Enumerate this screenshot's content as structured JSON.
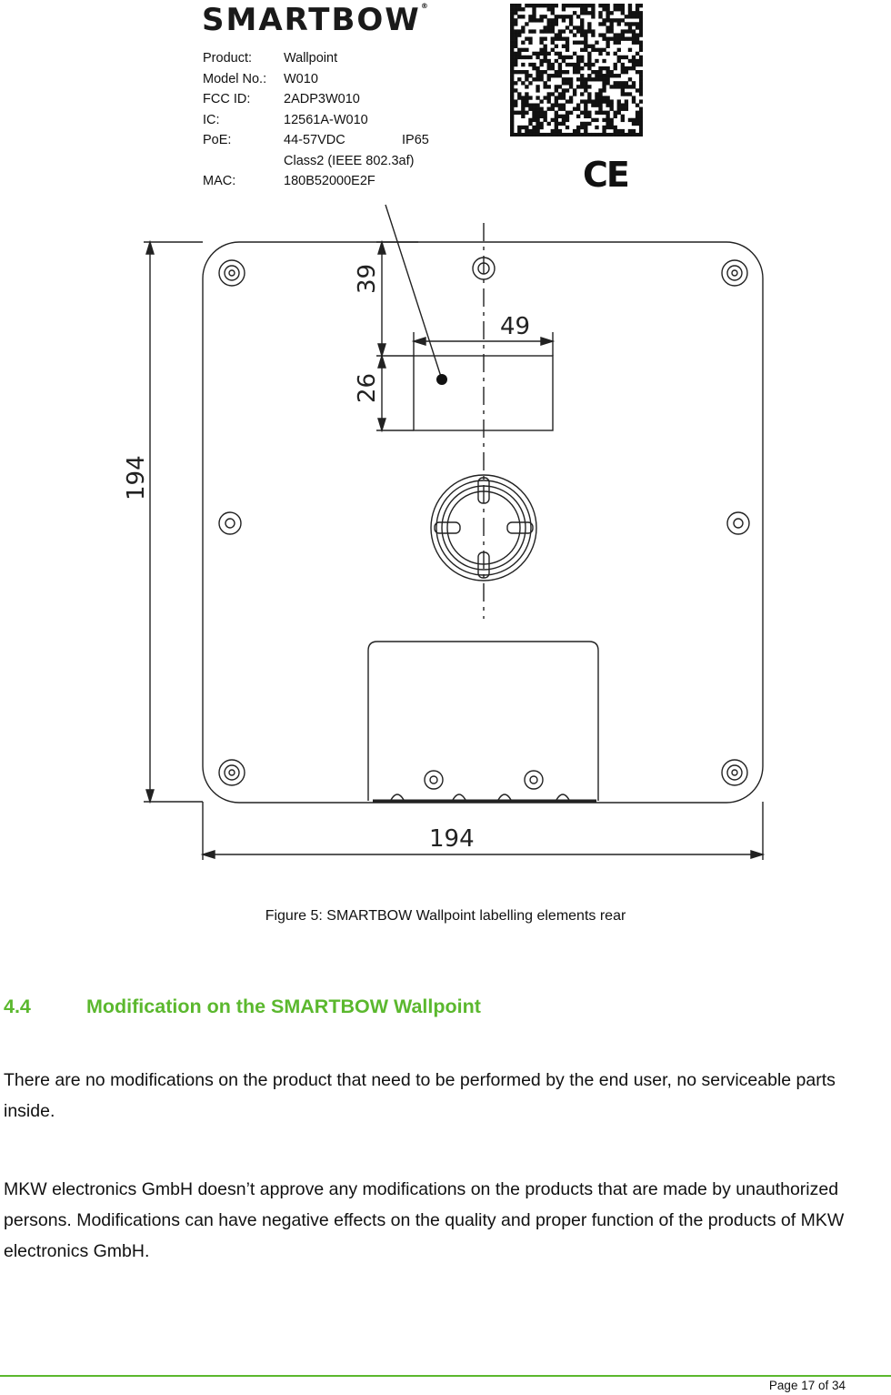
{
  "logo": {
    "text": "SMARTBOW",
    "mark": "®"
  },
  "label": {
    "rows": [
      {
        "key": "Product:",
        "value": "Wallpoint",
        "extra": ""
      },
      {
        "key": "Model No.:",
        "value": "W010",
        "extra": ""
      },
      {
        "key": "FCC ID:",
        "value": "2ADP3W010",
        "extra": ""
      },
      {
        "key": "IC:",
        "value": "12561A-W010",
        "extra": ""
      },
      {
        "key": "PoE:",
        "value": "44-57VDC",
        "extra": "IP65"
      },
      {
        "key": "",
        "value": "Class2 (IEEE 802.3af)",
        "extra": ""
      },
      {
        "key": "MAC:",
        "value": "180B52000E2F",
        "extra": ""
      }
    ],
    "ce_mark": "CE"
  },
  "drawing": {
    "dim_height": "194",
    "dim_width": "194",
    "dim_label_offset": "39",
    "dim_label_height": "26",
    "dim_label_width": "49"
  },
  "caption": "Figure 5: SMARTBOW Wallpoint labelling elements rear",
  "section": {
    "number": "4.4",
    "title": "Modification on the SMARTBOW Wallpoint"
  },
  "paragraphs": [
    "There are no modifications on the product that need to be performed by the end user, no serviceable parts inside.",
    "MKW electronics GmbH doesn’t approve any modifications on the products that are made by unauthorized persons. Modifications can have negative effects on the quality and proper function of the products of MKW electronics GmbH."
  ],
  "footer": {
    "page": "Page 17 of 34"
  },
  "colors": {
    "accent": "#5bb82e"
  }
}
